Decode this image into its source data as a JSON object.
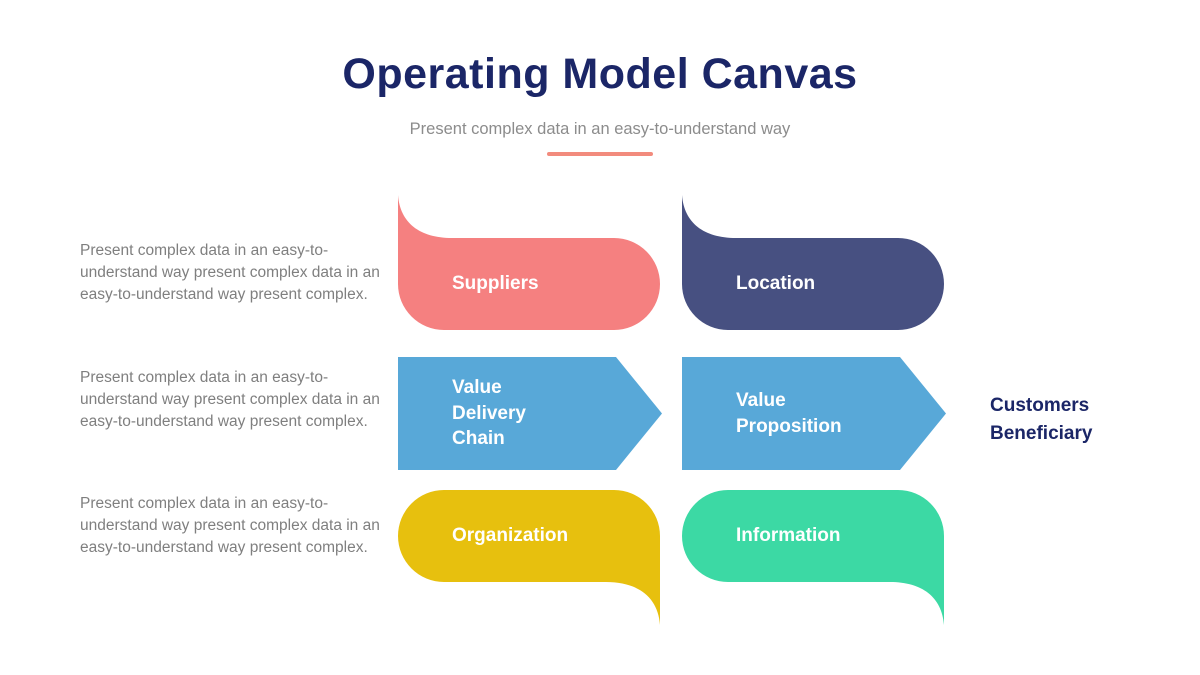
{
  "header": {
    "title": "Operating Model Canvas",
    "subtitle": "Present complex data in an easy-to-understand way"
  },
  "descriptions": [
    "Present complex data in an easy-to-understand way present complex data in an easy-to-understand way present complex.",
    "Present complex data in an easy-to-understand way present complex data in an easy-to-understand way present complex.",
    "Present complex data in an easy-to-understand way present complex data in an easy-to-understand way present complex."
  ],
  "blocks": {
    "suppliers": {
      "label": "Suppliers",
      "color": "#F58080"
    },
    "location": {
      "label": "Location",
      "color": "#475081"
    },
    "value_delivery_chain": {
      "label": "Value Delivery Chain",
      "color": "#58A8D8"
    },
    "value_proposition": {
      "label": "Value Proposition",
      "color": "#58A8D8"
    },
    "organization": {
      "label": "Organization",
      "color": "#E7C00E"
    },
    "information": {
      "label": "Information",
      "color": "#3CD9A4"
    }
  },
  "side_label": "Customers Beneficiary",
  "colors": {
    "title_text": "#1B2667",
    "subtitle_text": "#8C8C8C",
    "body_text": "#7F7F7F",
    "accent_line": "#F28B7D",
    "block_text": "#FFFFFF"
  }
}
